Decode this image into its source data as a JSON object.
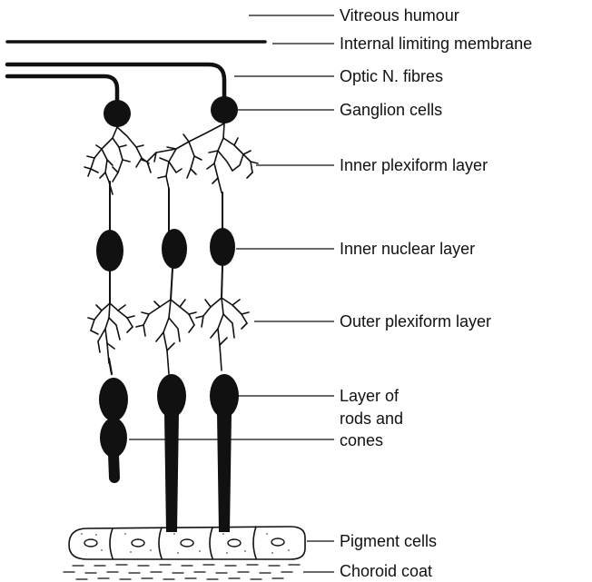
{
  "labels": {
    "vitreous": "Vitreous humour",
    "ilm": "Internal limiting membrane",
    "optic": "Optic N. fibres",
    "ganglion": "Ganglion cells",
    "ipl": "Inner plexiform layer",
    "inl": "Inner nuclear layer",
    "opl": "Outer plexiform layer",
    "rods_1": "Layer of",
    "rods_2": "rods and",
    "rods_3": "cones",
    "pigment": "Pigment cells",
    "choroid": "Choroid coat"
  },
  "colors": {
    "ink": "#111111",
    "pigment_fill": "#ececec",
    "background": "#ffffff"
  }
}
